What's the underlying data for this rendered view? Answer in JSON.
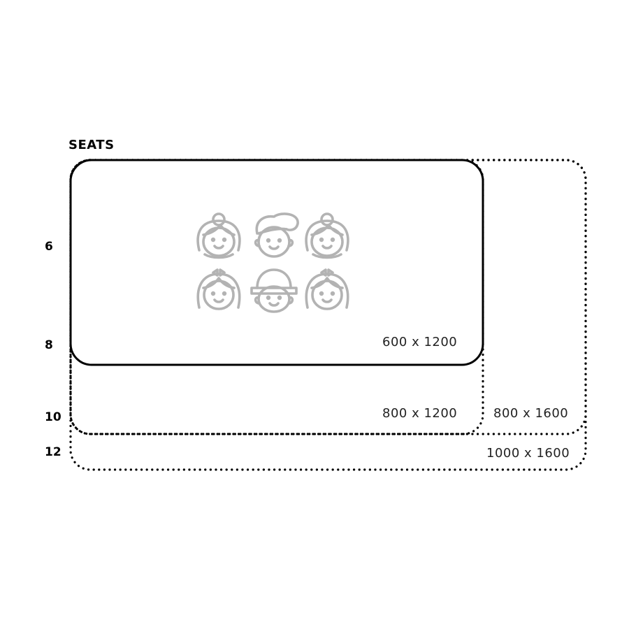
{
  "diagram": {
    "axis_title": "SEATS",
    "seat_counts": [
      "6",
      "8",
      "10",
      "12"
    ],
    "tables": [
      {
        "id": "t600x1200",
        "label": "600 x 1200",
        "style": "solid"
      },
      {
        "id": "t800x1200",
        "label": "800 x 1200",
        "style": "dotted"
      },
      {
        "id": "t800x1600",
        "label": "800 x 1600",
        "style": "dotted"
      },
      {
        "id": "t1000x1600",
        "label": "1000 x 1600",
        "style": "dotted"
      }
    ],
    "icons": [
      "girl-face-icon",
      "boy-face-icon",
      "girl-face-icon",
      "girl-bow-face-icon",
      "boy-cap-face-icon",
      "girl-bow-face-icon"
    ],
    "colors": {
      "outline": "#000000",
      "icon": "#b3b3b3",
      "label": "#222222"
    }
  }
}
